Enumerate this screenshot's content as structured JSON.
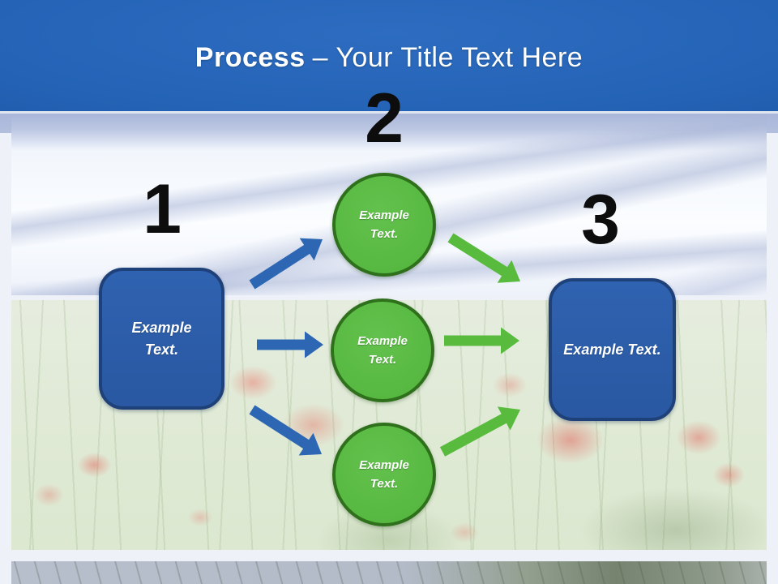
{
  "slide": {
    "title": {
      "bold": "Process",
      "rest": "– Your Title Text Here"
    },
    "numbers": [
      "1",
      "2",
      "3"
    ],
    "labels": {
      "left_box": "Example Text.",
      "circle_top": "Example Text.",
      "circle_middle": "Example Text.",
      "circle_bottom": "Example Text.",
      "right_box": "Example Text."
    },
    "colors": {
      "header_blue_dark": "#1c4f9e",
      "header_blue_light": "#2d6cc0",
      "box_blue": "#2b5ba7",
      "box_blue_border": "#1f4179",
      "circle_green": "#5cbb46",
      "circle_green_border": "#2f701c",
      "arrow_blue": "#2d67b3",
      "arrow_green": "#58bb3e"
    },
    "connections": [
      {
        "from": "left-box",
        "to": "circle-top",
        "color": "arrow_blue"
      },
      {
        "from": "left-box",
        "to": "circle-middle",
        "color": "arrow_blue"
      },
      {
        "from": "left-box",
        "to": "circle-bottom",
        "color": "arrow_blue"
      },
      {
        "from": "circle-top",
        "to": "right-box",
        "color": "arrow_green"
      },
      {
        "from": "circle-middle",
        "to": "right-box",
        "color": "arrow_green"
      },
      {
        "from": "circle-bottom",
        "to": "right-box",
        "color": "arrow_green"
      }
    ]
  }
}
